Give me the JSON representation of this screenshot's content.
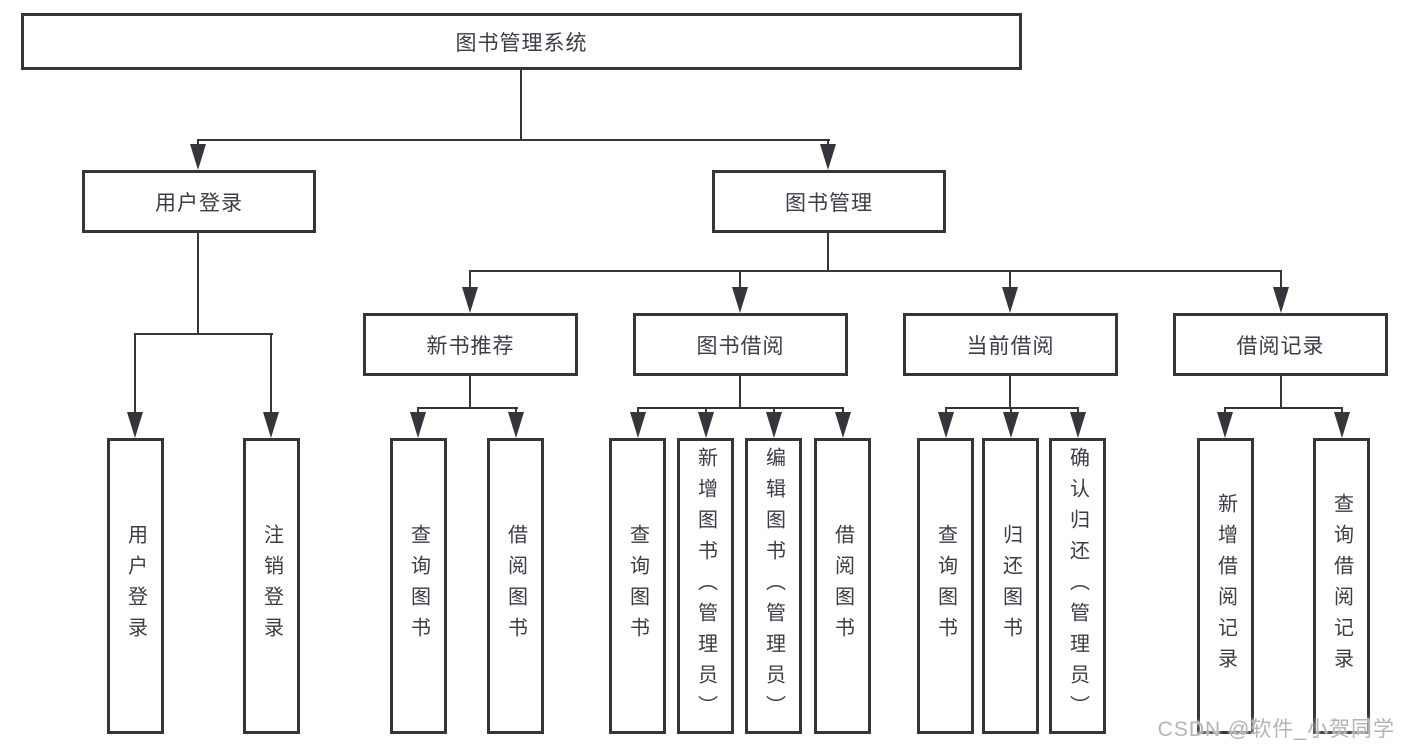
{
  "diagram": {
    "colors": {
      "line": "#35353b",
      "text": "#3c3c46",
      "background": "#ffffff",
      "watermark": "#b4b4b6"
    },
    "nodes": {
      "root": "图书管理系统",
      "level2": [
        "用户登录",
        "图书管理"
      ],
      "level3": [
        "新书推荐",
        "图书借阅",
        "当前借阅",
        "借阅记录"
      ],
      "leaves_user_login": [
        "用户登录",
        "注销登录"
      ],
      "leaves_new_book": [
        "查询图书",
        "借阅图书"
      ],
      "leaves_book_borrow": [
        "查询图书",
        "新增图书（管理员）",
        "编辑图书（管理员）",
        "借阅图书"
      ],
      "leaves_current_borrow": [
        "查询图书",
        "归还图书",
        "确认归还（管理员）"
      ],
      "leaves_borrow_records": [
        "新增借阅记录",
        "查询借阅记录"
      ]
    },
    "watermark": "CSDN @软件_小贺同学"
  }
}
